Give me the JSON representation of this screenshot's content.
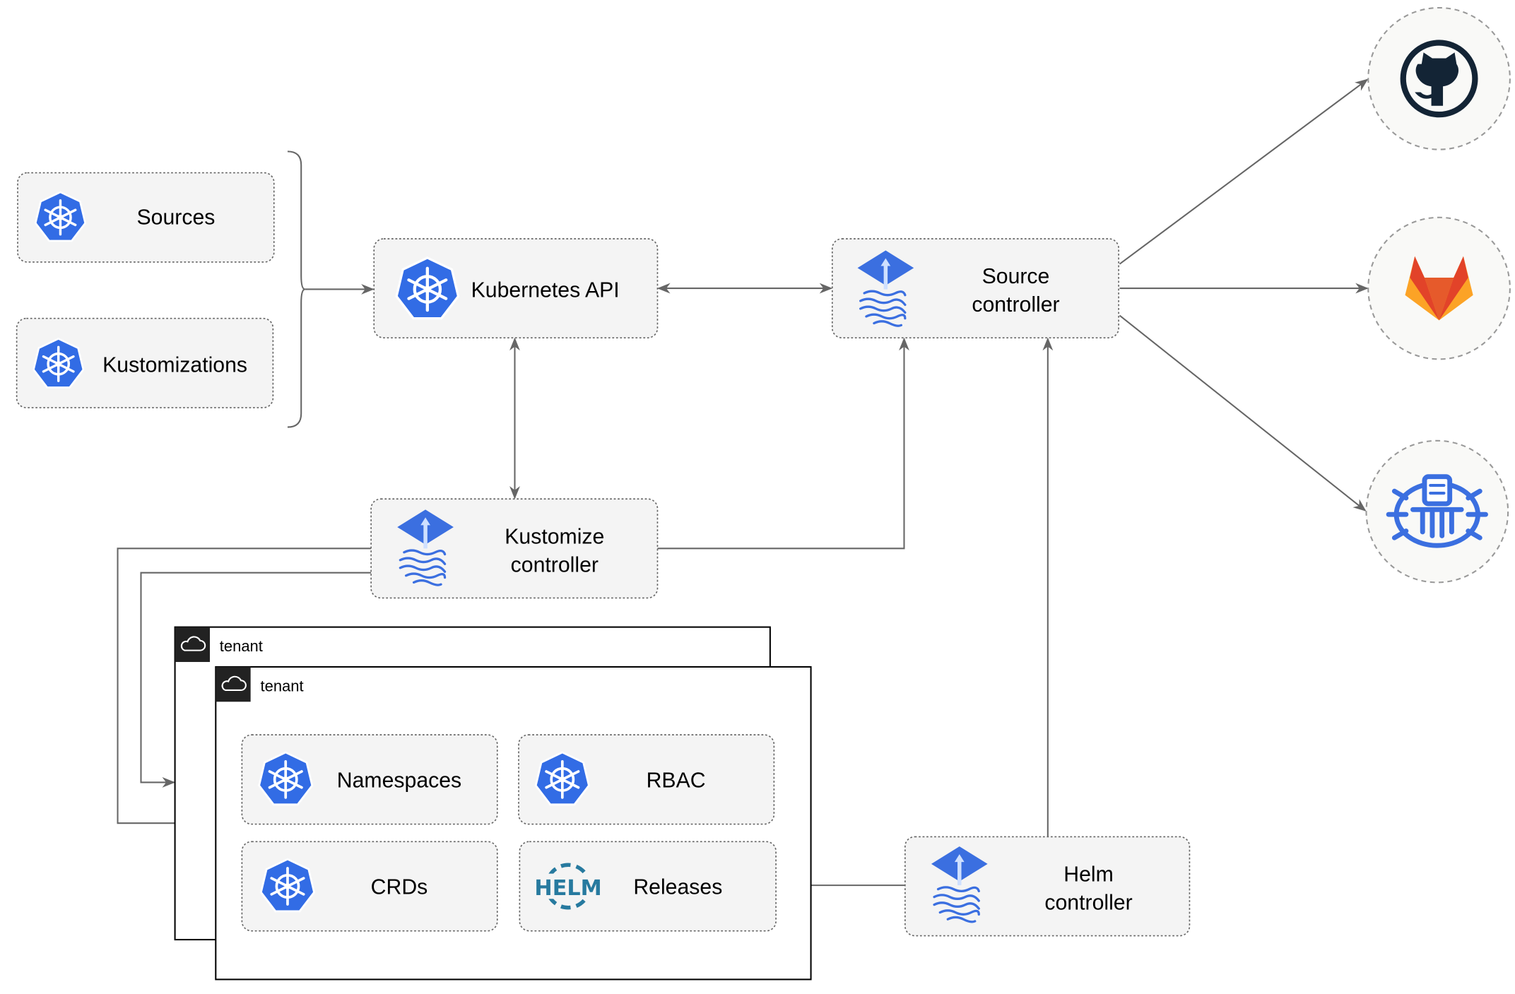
{
  "colors": {
    "kubernetes_blue": "#326ce5",
    "flux_blue": "#3b6fe0",
    "edge": "#666666",
    "box_fill": "#f4f4f4",
    "github": "#132435",
    "gitlab_orange": "#e24329",
    "gitlab_yellow": "#fca326",
    "helm": "#277a9f"
  },
  "nodes": {
    "sources": {
      "label": "Sources",
      "icon": "kubernetes-icon"
    },
    "kustomizations": {
      "label": "Kustomizations",
      "icon": "kubernetes-icon"
    },
    "kubernetes_api": {
      "label": "Kubernetes API",
      "icon": "kubernetes-icon"
    },
    "source_controller": {
      "line1": "Source",
      "line2": "controller",
      "icon": "flux-icon"
    },
    "kustomize_controller": {
      "line1": "Kustomize",
      "line2": "controller",
      "icon": "flux-icon"
    },
    "helm_controller": {
      "line1": "Helm",
      "line2": "controller",
      "icon": "flux-icon"
    },
    "namespaces": {
      "label": "Namespaces",
      "icon": "kubernetes-icon"
    },
    "rbac": {
      "label": "RBAC",
      "icon": "kubernetes-icon"
    },
    "crds": {
      "label": "CRDs",
      "icon": "kubernetes-icon"
    },
    "releases": {
      "label": "Releases",
      "icon": "helm-icon",
      "icon_text": "HELM"
    },
    "github": {
      "icon": "github-icon"
    },
    "gitlab": {
      "icon": "gitlab-icon"
    },
    "harbor": {
      "icon": "harbor-icon"
    }
  },
  "tenants": [
    {
      "label": "tenant",
      "icon": "cloud-icon"
    },
    {
      "label": "tenant",
      "icon": "cloud-icon"
    }
  ]
}
